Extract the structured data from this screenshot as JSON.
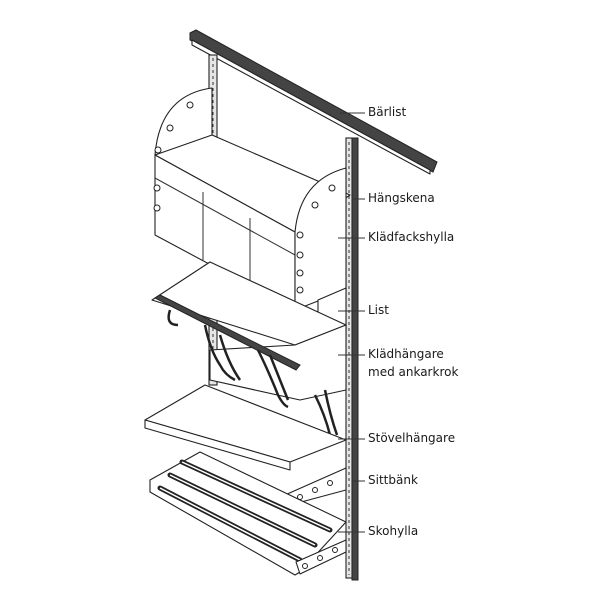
{
  "labels": {
    "barlist": "Bärlist",
    "hangskena": "Hängskena",
    "kladfackshylla": "Klädfackshylla",
    "list": "List",
    "kladhangare_1": "Klädhängare",
    "kladhangare_2": "med ankarkrok",
    "stovelhangare": "Stövelhängare",
    "sittbank": "Sittbänk",
    "skohylla": "Skohylla"
  }
}
